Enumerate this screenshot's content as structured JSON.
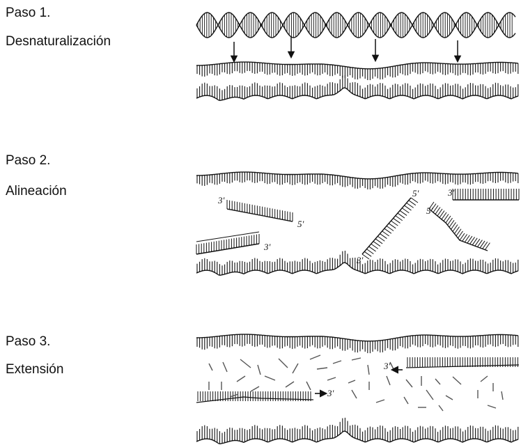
{
  "steps": [
    {
      "title": "Paso 1.",
      "name": "Desnaturalización"
    },
    {
      "title": "Paso 2.",
      "name": "Alineación"
    },
    {
      "title": "Paso 3.",
      "name": "Extensión"
    }
  ],
  "labels": {
    "p2_3a": "3'",
    "p2_5a": "5'",
    "p2_3b": "3'",
    "p2_3c": "3'",
    "p2_5b": "5'",
    "p2_5c": "5'",
    "p2_3d": "3'",
    "p3_3a": "3'",
    "p3_3b": "3'"
  },
  "colors": {
    "ink": "#111111",
    "fragment": "#555555"
  }
}
